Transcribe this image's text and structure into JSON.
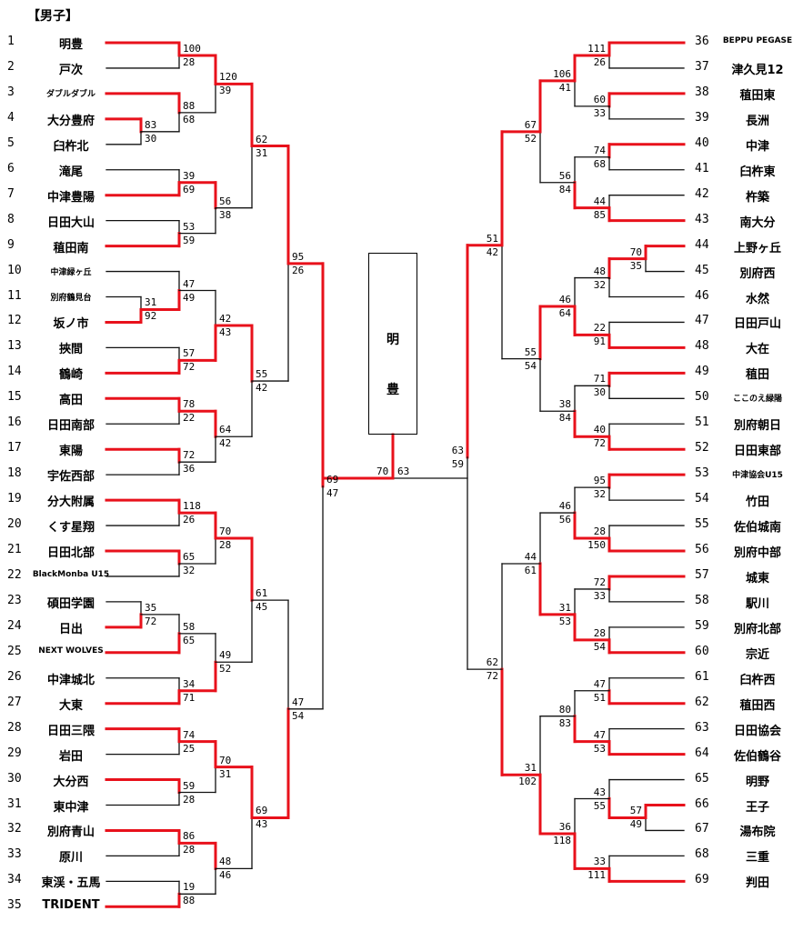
{
  "title": "【男子】",
  "champion": "明豊",
  "left_teams": [
    {
      "n": "1",
      "name": "明豊",
      "w": 1
    },
    {
      "n": "2",
      "name": "戸次",
      "w": 0
    },
    {
      "n": "3",
      "name": "ダブルダブル",
      "w": 1,
      "small": 1
    },
    {
      "n": "4",
      "name": "大分豊府",
      "w": 1
    },
    {
      "n": "5",
      "name": "臼杵北",
      "w": 0
    },
    {
      "n": "6",
      "name": "滝尾",
      "w": 0
    },
    {
      "n": "7",
      "name": "中津豊陽",
      "w": 1
    },
    {
      "n": "8",
      "name": "日田大山",
      "w": 0
    },
    {
      "n": "9",
      "name": "稙田南",
      "w": 1
    },
    {
      "n": "10",
      "name": "中津緑ヶ丘",
      "w": 0,
      "small": 1
    },
    {
      "n": "11",
      "name": "別府鶴見台",
      "w": 0,
      "small": 1
    },
    {
      "n": "12",
      "name": "坂ノ市",
      "w": 1
    },
    {
      "n": "13",
      "name": "挾間",
      "w": 0
    },
    {
      "n": "14",
      "name": "鶴崎",
      "w": 1
    },
    {
      "n": "15",
      "name": "高田",
      "w": 1
    },
    {
      "n": "16",
      "name": "日田南部",
      "w": 0
    },
    {
      "n": "17",
      "name": "東陽",
      "w": 1
    },
    {
      "n": "18",
      "name": "宇佐西部",
      "w": 0
    },
    {
      "n": "19",
      "name": "分大附属",
      "w": 1
    },
    {
      "n": "20",
      "name": "くす星翔",
      "w": 0
    },
    {
      "n": "21",
      "name": "日田北部",
      "w": 1
    },
    {
      "n": "22",
      "name": "BlackMonba U15",
      "w": 0,
      "small": 1
    },
    {
      "n": "23",
      "name": "碩田学園",
      "w": 0
    },
    {
      "n": "24",
      "name": "日出",
      "w": 1
    },
    {
      "n": "25",
      "name": "NEXT WOLVES",
      "w": 1,
      "small": 1
    },
    {
      "n": "26",
      "name": "中津城北",
      "w": 0
    },
    {
      "n": "27",
      "name": "大東",
      "w": 1
    },
    {
      "n": "28",
      "name": "日田三隈",
      "w": 1
    },
    {
      "n": "29",
      "name": "岩田",
      "w": 0
    },
    {
      "n": "30",
      "name": "大分西",
      "w": 1
    },
    {
      "n": "31",
      "name": "東中津",
      "w": 0
    },
    {
      "n": "32",
      "name": "別府青山",
      "w": 1
    },
    {
      "n": "33",
      "name": "原川",
      "w": 0
    },
    {
      "n": "34",
      "name": "東渓・五馬",
      "w": 0
    },
    {
      "n": "35",
      "name": "TRIDENT",
      "w": 1
    }
  ],
  "right_teams": [
    {
      "n": "36",
      "name": "BEPPU PEGASE",
      "w": 1,
      "small": 1
    },
    {
      "n": "37",
      "name": "津久見12",
      "w": 0
    },
    {
      "n": "38",
      "name": "稙田東",
      "w": 1
    },
    {
      "n": "39",
      "name": "長洲",
      "w": 0
    },
    {
      "n": "40",
      "name": "中津",
      "w": 1
    },
    {
      "n": "41",
      "name": "臼杵東",
      "w": 0
    },
    {
      "n": "42",
      "name": "杵築",
      "w": 0
    },
    {
      "n": "43",
      "name": "南大分",
      "w": 1
    },
    {
      "n": "44",
      "name": "上野ヶ丘",
      "w": 1
    },
    {
      "n": "45",
      "name": "別府西",
      "w": 0
    },
    {
      "n": "46",
      "name": "水然",
      "w": 0
    },
    {
      "n": "47",
      "name": "日田戸山",
      "w": 0
    },
    {
      "n": "48",
      "name": "大在",
      "w": 1
    },
    {
      "n": "49",
      "name": "稙田",
      "w": 1
    },
    {
      "n": "50",
      "name": "ここのえ緑陽",
      "w": 0,
      "small": 1
    },
    {
      "n": "51",
      "name": "別府朝日",
      "w": 0
    },
    {
      "n": "52",
      "name": "日田東部",
      "w": 1
    },
    {
      "n": "53",
      "name": "中津協会U15",
      "w": 1,
      "small": 1
    },
    {
      "n": "54",
      "name": "竹田",
      "w": 0
    },
    {
      "n": "55",
      "name": "佐伯城南",
      "w": 0
    },
    {
      "n": "56",
      "name": "別府中部",
      "w": 1
    },
    {
      "n": "57",
      "name": "城東",
      "w": 1
    },
    {
      "n": "58",
      "name": "駅川",
      "w": 0
    },
    {
      "n": "59",
      "name": "別府北部",
      "w": 0
    },
    {
      "n": "60",
      "name": "宗近",
      "w": 1
    },
    {
      "n": "61",
      "name": "臼杵西",
      "w": 0
    },
    {
      "n": "62",
      "name": "稙田西",
      "w": 1
    },
    {
      "n": "63",
      "name": "日田協会",
      "w": 0
    },
    {
      "n": "64",
      "name": "佐伯鶴谷",
      "w": 1
    },
    {
      "n": "65",
      "name": "明野",
      "w": 0
    },
    {
      "n": "66",
      "name": "王子",
      "w": 1
    },
    {
      "n": "67",
      "name": "湯布院",
      "w": 0
    },
    {
      "n": "68",
      "name": "三重",
      "w": 0
    },
    {
      "n": "69",
      "name": "判田"
    }
  ],
  "matches": [
    {
      "id": "L1",
      "a": {
        "t": 3
      },
      "b": {
        "t": 4
      },
      "sa": "83",
      "sb": "30",
      "win": "a"
    },
    {
      "id": "L2",
      "a": {
        "t": 10
      },
      "b": {
        "t": 11
      },
      "sa": "31",
      "sb": "92",
      "win": "b"
    },
    {
      "id": "L3",
      "a": {
        "t": 22
      },
      "b": {
        "t": 23
      },
      "sa": "35",
      "sb": "72",
      "win": "b"
    },
    {
      "id": "L4",
      "a": {
        "t": 0
      },
      "b": {
        "t": 1
      },
      "sa": "100",
      "sb": "28",
      "win": "a"
    },
    {
      "id": "L5",
      "a": {
        "t": 2
      },
      "b": {
        "m": "L1"
      },
      "sa": "88",
      "sb": "68",
      "win": "a"
    },
    {
      "id": "L6",
      "a": {
        "t": 5
      },
      "b": {
        "t": 6
      },
      "sa": "39",
      "sb": "69",
      "win": "b"
    },
    {
      "id": "L7",
      "a": {
        "t": 7
      },
      "b": {
        "t": 8
      },
      "sa": "53",
      "sb": "59",
      "win": "b"
    },
    {
      "id": "L8",
      "a": {
        "t": 9
      },
      "b": {
        "m": "L2"
      },
      "sa": "47",
      "sb": "49",
      "win": "b"
    },
    {
      "id": "L9",
      "a": {
        "t": 12
      },
      "b": {
        "t": 13
      },
      "sa": "57",
      "sb": "72",
      "win": "b"
    },
    {
      "id": "L10",
      "a": {
        "t": 14
      },
      "b": {
        "t": 15
      },
      "sa": "78",
      "sb": "22",
      "win": "a"
    },
    {
      "id": "L11",
      "a": {
        "t": 16
      },
      "b": {
        "t": 17
      },
      "sa": "72",
      "sb": "36",
      "win": "a"
    },
    {
      "id": "L12",
      "a": {
        "t": 18
      },
      "b": {
        "t": 19
      },
      "sa": "118",
      "sb": "26",
      "win": "a"
    },
    {
      "id": "L13",
      "a": {
        "t": 20
      },
      "b": {
        "t": 21
      },
      "sa": "65",
      "sb": "32",
      "win": "a"
    },
    {
      "id": "L14",
      "a": {
        "m": "L3"
      },
      "b": {
        "t": 24
      },
      "sa": "58",
      "sb": "65",
      "win": "b"
    },
    {
      "id": "L15",
      "a": {
        "t": 25
      },
      "b": {
        "t": 26
      },
      "sa": "34",
      "sb": "71",
      "win": "b"
    },
    {
      "id": "L16",
      "a": {
        "t": 27
      },
      "b": {
        "t": 28
      },
      "sa": "74",
      "sb": "25",
      "win": "a"
    },
    {
      "id": "L17",
      "a": {
        "t": 29
      },
      "b": {
        "t": 30
      },
      "sa": "59",
      "sb": "28",
      "win": "a"
    },
    {
      "id": "L18",
      "a": {
        "t": 31
      },
      "b": {
        "t": 32
      },
      "sa": "86",
      "sb": "28",
      "win": "a"
    },
    {
      "id": "L19",
      "a": {
        "t": 33
      },
      "b": {
        "t": 34
      },
      "sa": "19",
      "sb": "88",
      "win": "b"
    },
    {
      "id": "L20",
      "a": {
        "m": "L4"
      },
      "b": {
        "m": "L5"
      },
      "sa": "120",
      "sb": "39",
      "win": "a"
    },
    {
      "id": "L21",
      "a": {
        "m": "L6"
      },
      "b": {
        "m": "L7"
      },
      "sa": "56",
      "sb": "38",
      "win": "a"
    },
    {
      "id": "L22",
      "a": {
        "m": "L8"
      },
      "b": {
        "m": "L9"
      },
      "sa": "42",
      "sb": "43",
      "win": "b"
    },
    {
      "id": "L23",
      "a": {
        "m": "L10"
      },
      "b": {
        "m": "L11"
      },
      "sa": "64",
      "sb": "42",
      "win": "a"
    },
    {
      "id": "L24",
      "a": {
        "m": "L12"
      },
      "b": {
        "m": "L13"
      },
      "sa": "70",
      "sb": "28",
      "win": "a"
    },
    {
      "id": "L25",
      "a": {
        "m": "L14"
      },
      "b": {
        "m": "L15"
      },
      "sa": "49",
      "sb": "52",
      "win": "b"
    },
    {
      "id": "L26",
      "a": {
        "m": "L16"
      },
      "b": {
        "m": "L17"
      },
      "sa": "70",
      "sb": "31",
      "win": "a"
    },
    {
      "id": "L27",
      "a": {
        "m": "L18"
      },
      "b": {
        "m": "L19"
      },
      "sa": "48",
      "sb": "46",
      "win": "a"
    },
    {
      "id": "L28",
      "a": {
        "m": "L20"
      },
      "b": {
        "m": "L21"
      },
      "sa": "62",
      "sb": "31",
      "win": "a"
    },
    {
      "id": "L29",
      "a": {
        "m": "L22"
      },
      "b": {
        "m": "L23"
      },
      "sa": "55",
      "sb": "42",
      "win": "a"
    },
    {
      "id": "L30",
      "a": {
        "m": "L24"
      },
      "b": {
        "m": "L25"
      },
      "sa": "61",
      "sb": "45",
      "win": "a"
    },
    {
      "id": "L31",
      "a": {
        "m": "L26"
      },
      "b": {
        "m": "L27"
      },
      "sa": "69",
      "sb": "43",
      "win": "a"
    },
    {
      "id": "L32",
      "a": {
        "m": "L28"
      },
      "b": {
        "m": "L29"
      },
      "sa": "95",
      "sb": "26",
      "win": "a"
    },
    {
      "id": "L33",
      "a": {
        "m": "L30"
      },
      "b": {
        "m": "L31"
      },
      "sa": "47",
      "sb": "54",
      "win": "b"
    },
    {
      "id": "L34",
      "a": {
        "m": "L32"
      },
      "b": {
        "m": "L33"
      },
      "sa": "69",
      "sb": "47",
      "win": "a"
    },
    {
      "id": "R1",
      "a": {
        "t": 8
      },
      "b": {
        "t": 9
      },
      "sa": "70",
      "sb": "35",
      "win": "a"
    },
    {
      "id": "R2",
      "a": {
        "t": 30
      },
      "b": {
        "t": 31
      },
      "sa": "57",
      "sb": "49",
      "win": "a"
    },
    {
      "id": "R3",
      "a": {
        "t": 0
      },
      "b": {
        "t": 1
      },
      "sa": "111",
      "sb": "26",
      "win": "a"
    },
    {
      "id": "R4",
      "a": {
        "t": 2
      },
      "b": {
        "t": 3
      },
      "sa": "60",
      "sb": "33",
      "win": "a"
    },
    {
      "id": "R5",
      "a": {
        "t": 4
      },
      "b": {
        "t": 5
      },
      "sa": "74",
      "sb": "68",
      "win": "a"
    },
    {
      "id": "R6",
      "a": {
        "t": 6
      },
      "b": {
        "t": 7
      },
      "sa": "44",
      "sb": "85",
      "win": "b"
    },
    {
      "id": "R7",
      "a": {
        "m": "R1"
      },
      "b": {
        "t": 10
      },
      "sa": "48",
      "sb": "32",
      "win": "a"
    },
    {
      "id": "R8",
      "a": {
        "t": 11
      },
      "b": {
        "t": 12
      },
      "sa": "22",
      "sb": "91",
      "win": "b"
    },
    {
      "id": "R9",
      "a": {
        "t": 13
      },
      "b": {
        "t": 14
      },
      "sa": "71",
      "sb": "30",
      "win": "a"
    },
    {
      "id": "R10",
      "a": {
        "t": 15
      },
      "b": {
        "t": 16
      },
      "sa": "40",
      "sb": "72",
      "win": "b"
    },
    {
      "id": "R11",
      "a": {
        "t": 17
      },
      "b": {
        "t": 18
      },
      "sa": "95",
      "sb": "32",
      "win": "a"
    },
    {
      "id": "R12",
      "a": {
        "t": 19
      },
      "b": {
        "t": 20
      },
      "sa": "28",
      "sb": "150",
      "win": "b"
    },
    {
      "id": "R13",
      "a": {
        "t": 21
      },
      "b": {
        "t": 22
      },
      "sa": "72",
      "sb": "33",
      "win": "a"
    },
    {
      "id": "R14",
      "a": {
        "t": 23
      },
      "b": {
        "t": 24
      },
      "sa": "28",
      "sb": "54",
      "win": "b"
    },
    {
      "id": "R15",
      "a": {
        "t": 25
      },
      "b": {
        "t": 26
      },
      "sa": "47",
      "sb": "51",
      "win": "b"
    },
    {
      "id": "R16",
      "a": {
        "t": 27
      },
      "b": {
        "t": 28
      },
      "sa": "47",
      "sb": "53",
      "win": "b"
    },
    {
      "id": "R17",
      "a": {
        "t": 29
      },
      "b": {
        "m": "R2"
      },
      "sa": "43",
      "sb": "55",
      "win": "b"
    },
    {
      "id": "R18",
      "a": {
        "t": 32
      },
      "b": {
        "t": 33
      },
      "sa": "33",
      "sb": "111",
      "win": "b"
    },
    {
      "id": "R19",
      "a": {
        "m": "R3"
      },
      "b": {
        "m": "R4"
      },
      "sa": "106",
      "sb": "41",
      "win": "a"
    },
    {
      "id": "R20",
      "a": {
        "m": "R5"
      },
      "b": {
        "m": "R6"
      },
      "sa": "56",
      "sb": "84",
      "win": "b"
    },
    {
      "id": "R21",
      "a": {
        "m": "R7"
      },
      "b": {
        "m": "R8"
      },
      "sa": "46",
      "sb": "64",
      "win": "b"
    },
    {
      "id": "R22",
      "a": {
        "m": "R9"
      },
      "b": {
        "m": "R10"
      },
      "sa": "38",
      "sb": "84",
      "win": "b"
    },
    {
      "id": "R23",
      "a": {
        "m": "R11"
      },
      "b": {
        "m": "R12"
      },
      "sa": "46",
      "sb": "56",
      "win": "b"
    },
    {
      "id": "R24",
      "a": {
        "m": "R13"
      },
      "b": {
        "m": "R14"
      },
      "sa": "31",
      "sb": "53",
      "win": "b"
    },
    {
      "id": "R25",
      "a": {
        "m": "R15"
      },
      "b": {
        "m": "R16"
      },
      "sa": "80",
      "sb": "83",
      "win": "b"
    },
    {
      "id": "R26",
      "a": {
        "m": "R17"
      },
      "b": {
        "m": "R18"
      },
      "sa": "36",
      "sb": "118",
      "win": "b"
    },
    {
      "id": "R27",
      "a": {
        "m": "R19"
      },
      "b": {
        "m": "R20"
      },
      "sa": "67",
      "sb": "52",
      "win": "a"
    },
    {
      "id": "R28",
      "a": {
        "m": "R21"
      },
      "b": {
        "m": "R22"
      },
      "sa": "55",
      "sb": "54",
      "win": "a"
    },
    {
      "id": "R29",
      "a": {
        "m": "R23"
      },
      "b": {
        "m": "R24"
      },
      "sa": "44",
      "sb": "61",
      "win": "b"
    },
    {
      "id": "R30",
      "a": {
        "m": "R25"
      },
      "b": {
        "m": "R26"
      },
      "sa": "31",
      "sb": "102",
      "win": "b"
    },
    {
      "id": "R31",
      "a": {
        "m": "R27"
      },
      "b": {
        "m": "R28"
      },
      "sa": "51",
      "sb": "42",
      "win": "a"
    },
    {
      "id": "R32",
      "a": {
        "m": "R29"
      },
      "b": {
        "m": "R30"
      },
      "sa": "62",
      "sb": "72",
      "win": "b"
    },
    {
      "id": "R33",
      "a": {
        "m": "R31"
      },
      "b": {
        "m": "R32"
      },
      "sa": "63",
      "sb": "59",
      "win": "a"
    }
  ],
  "final": {
    "left_score": "70",
    "right_score": "63"
  },
  "colors": {
    "win": "#e8111b",
    "lose": "#111111"
  }
}
